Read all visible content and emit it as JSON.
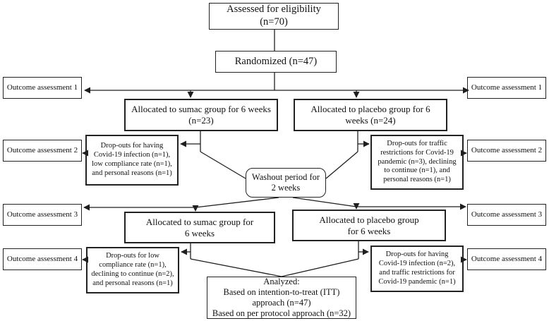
{
  "diagram": {
    "kind": "clinical-trial-flowchart",
    "line_color": "#1f1f1f",
    "box_background": "#ffffff"
  },
  "nodes": {
    "assessed": {
      "text": "Assessed for eligibility\n(n=70)"
    },
    "randomized": {
      "text": "Randomized (n=47)"
    },
    "outcome1_left": {
      "text": "Outcome assessment 1"
    },
    "outcome1_right": {
      "text": "Outcome assessment 1"
    },
    "sumac_period1": {
      "text": "Allocated to sumac group for 6 weeks\n(n=23)"
    },
    "placebo_period1": {
      "text": "Allocated to placebo group for 6\nweeks (n=24)"
    },
    "outcome2_left": {
      "text": "Outcome assessment 2"
    },
    "outcome2_right": {
      "text": "Outcome assessment 2"
    },
    "dropouts_sumac1": {
      "text": "Drop-outs for having\nCovid-19 infection (n=1),\nlow compliance rate (n=1),\nand personal reasons (n=1)"
    },
    "dropouts_placebo1": {
      "text": "Drop-outs for traffic\nrestrictions for Covid-19\npandemic (n=3), declining\nto continue (n=1), and\npersonal reasons (n=1)"
    },
    "washout": {
      "text": "Washout period for\n2 weeks"
    },
    "outcome3_left": {
      "text": "Outcome assessment 3"
    },
    "outcome3_right": {
      "text": "Outcome assessment 3"
    },
    "sumac_period2": {
      "text": "Allocated to sumac group for\n6 weeks"
    },
    "placebo_period2": {
      "text": "Allocated to placebo group\nfor 6 weeks"
    },
    "outcome4_left": {
      "text": "Outcome assessment 4"
    },
    "outcome4_right": {
      "text": "Outcome assessment 4"
    },
    "dropouts_sumac2": {
      "text": "Drop-outs for low\ncompliance rate (n=1),\ndeclining to continue (n=2),\nand personal reasons (n=1)"
    },
    "dropouts_placebo2": {
      "text": "Drop-outs for having\nCovid-19 infection (n=2),\nand traffic restrictions for\nCovid-19 pandemic (n=1)"
    },
    "analyzed": {
      "text": "Analyzed:\nBased on intention-to-treat (ITT)\napproach (n=47)\nBased on per protocol approach (n=32)"
    }
  }
}
